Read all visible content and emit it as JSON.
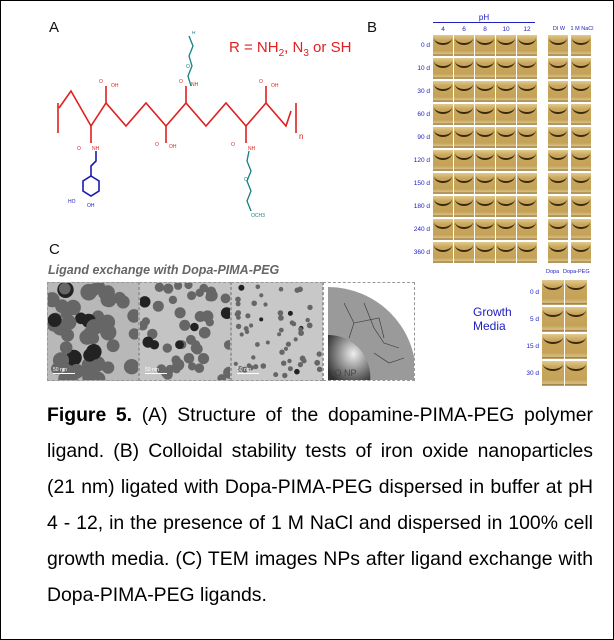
{
  "panel_a": {
    "label": "A",
    "r_definition": {
      "prefix": "R = NH",
      "sub1": "2",
      "mid": ", N",
      "sub2": "3",
      "suffix": " or SH"
    },
    "atoms": {
      "r": "R",
      "o": "O",
      "nh": "NH",
      "oh": "OH",
      "ho": "HO",
      "och3": "OCH3",
      "n": "n"
    }
  },
  "panel_b": {
    "label": "B",
    "ph_title": "pH",
    "ph_columns": [
      "4",
      "6",
      "8",
      "10",
      "12"
    ],
    "extra_columns": [
      "DI W",
      "1 M NaCl"
    ],
    "rows": [
      "0 d",
      "10 d",
      "30 d",
      "60 d",
      "90 d",
      "120 d",
      "150 d",
      "180 d",
      "240 d",
      "360 d"
    ],
    "growth_media": {
      "title_line1": "Growth",
      "title_line2": "Media",
      "columns": [
        "Dopa",
        "Dopa-PEG"
      ],
      "rows": [
        "0 d",
        "5 d",
        "15 d",
        "30 d"
      ]
    }
  },
  "panel_c": {
    "label": "C",
    "title": "Ligand exchange with Dopa-PIMA-PEG",
    "scale_bars": [
      "50 nm",
      "50 nm",
      "50 nm"
    ],
    "schematic_core_label": "IO NP"
  },
  "caption": {
    "figure_label": "Figure 5.",
    "text": " (A) Structure of the dopamine-PIMA-PEG polymer ligand. (B) Colloidal stability tests of iron oxide nanoparticles (21 nm) ligated with Dopa-PIMA-PEG dispersed in buffer at pH 4 - 12, in the presence of 1 M NaCl and dispersed in 100% cell growth media. (C)  TEM images NPs after ligand exchange with Dopa-PIMA-PEG ligands."
  },
  "colors": {
    "backbone": "#e02020",
    "dopamine": "#1a1ab0",
    "peg": "#138080",
    "labels": "#2020c0",
    "vial": "#c8a55c"
  }
}
